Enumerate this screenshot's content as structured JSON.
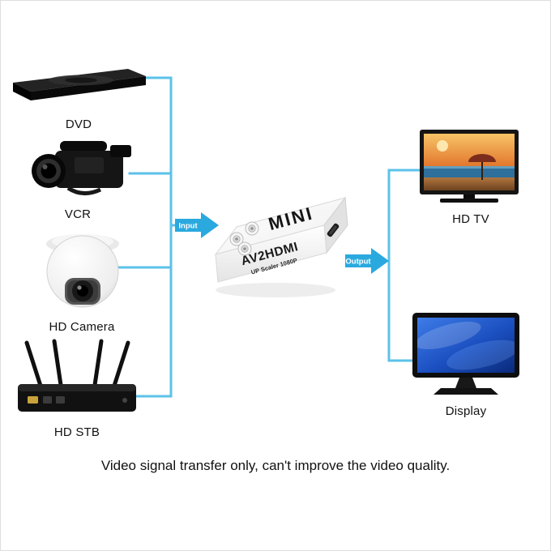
{
  "diagram": {
    "caption": "Video signal transfer only, can't improve the video quality.",
    "sources": [
      {
        "label": "DVD",
        "icon": "dvd-player-icon"
      },
      {
        "label": "VCR",
        "icon": "camcorder-icon"
      },
      {
        "label": "HD Camera",
        "icon": "dome-camera-icon"
      },
      {
        "label": "HD STB",
        "icon": "router-icon"
      }
    ],
    "outputs": [
      {
        "label": "HD TV",
        "icon": "tv-icon"
      },
      {
        "label": "Display",
        "icon": "monitor-icon"
      }
    ],
    "converter": {
      "top_label": "MINI",
      "front_label": "AV2HDMI",
      "front_sublabel": "UP Scaler 1080P"
    },
    "arrows": {
      "input_label": "Input",
      "output_label": "Output"
    },
    "colors": {
      "wire": "#5BC2EA",
      "arrow": "#2AA9DF",
      "text": "#111111"
    }
  }
}
